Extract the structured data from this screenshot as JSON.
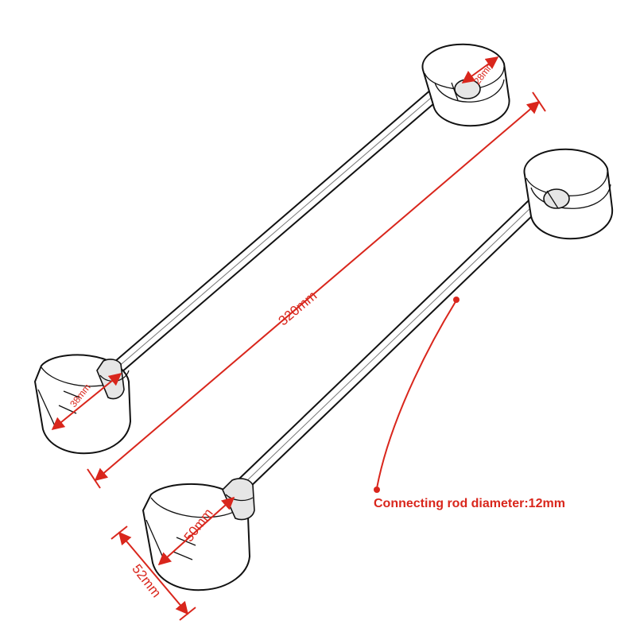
{
  "dimensions": {
    "overall_length": "320mm",
    "inner_cap_diameter": "28mm",
    "hub_diameter": "38mm",
    "cap_diameter": "50mm",
    "cap_height": "52mm"
  },
  "callout": {
    "text": "Connecting rod diameter:12mm"
  },
  "colors": {
    "annotation": "#d9261c",
    "outline": "#111111"
  }
}
